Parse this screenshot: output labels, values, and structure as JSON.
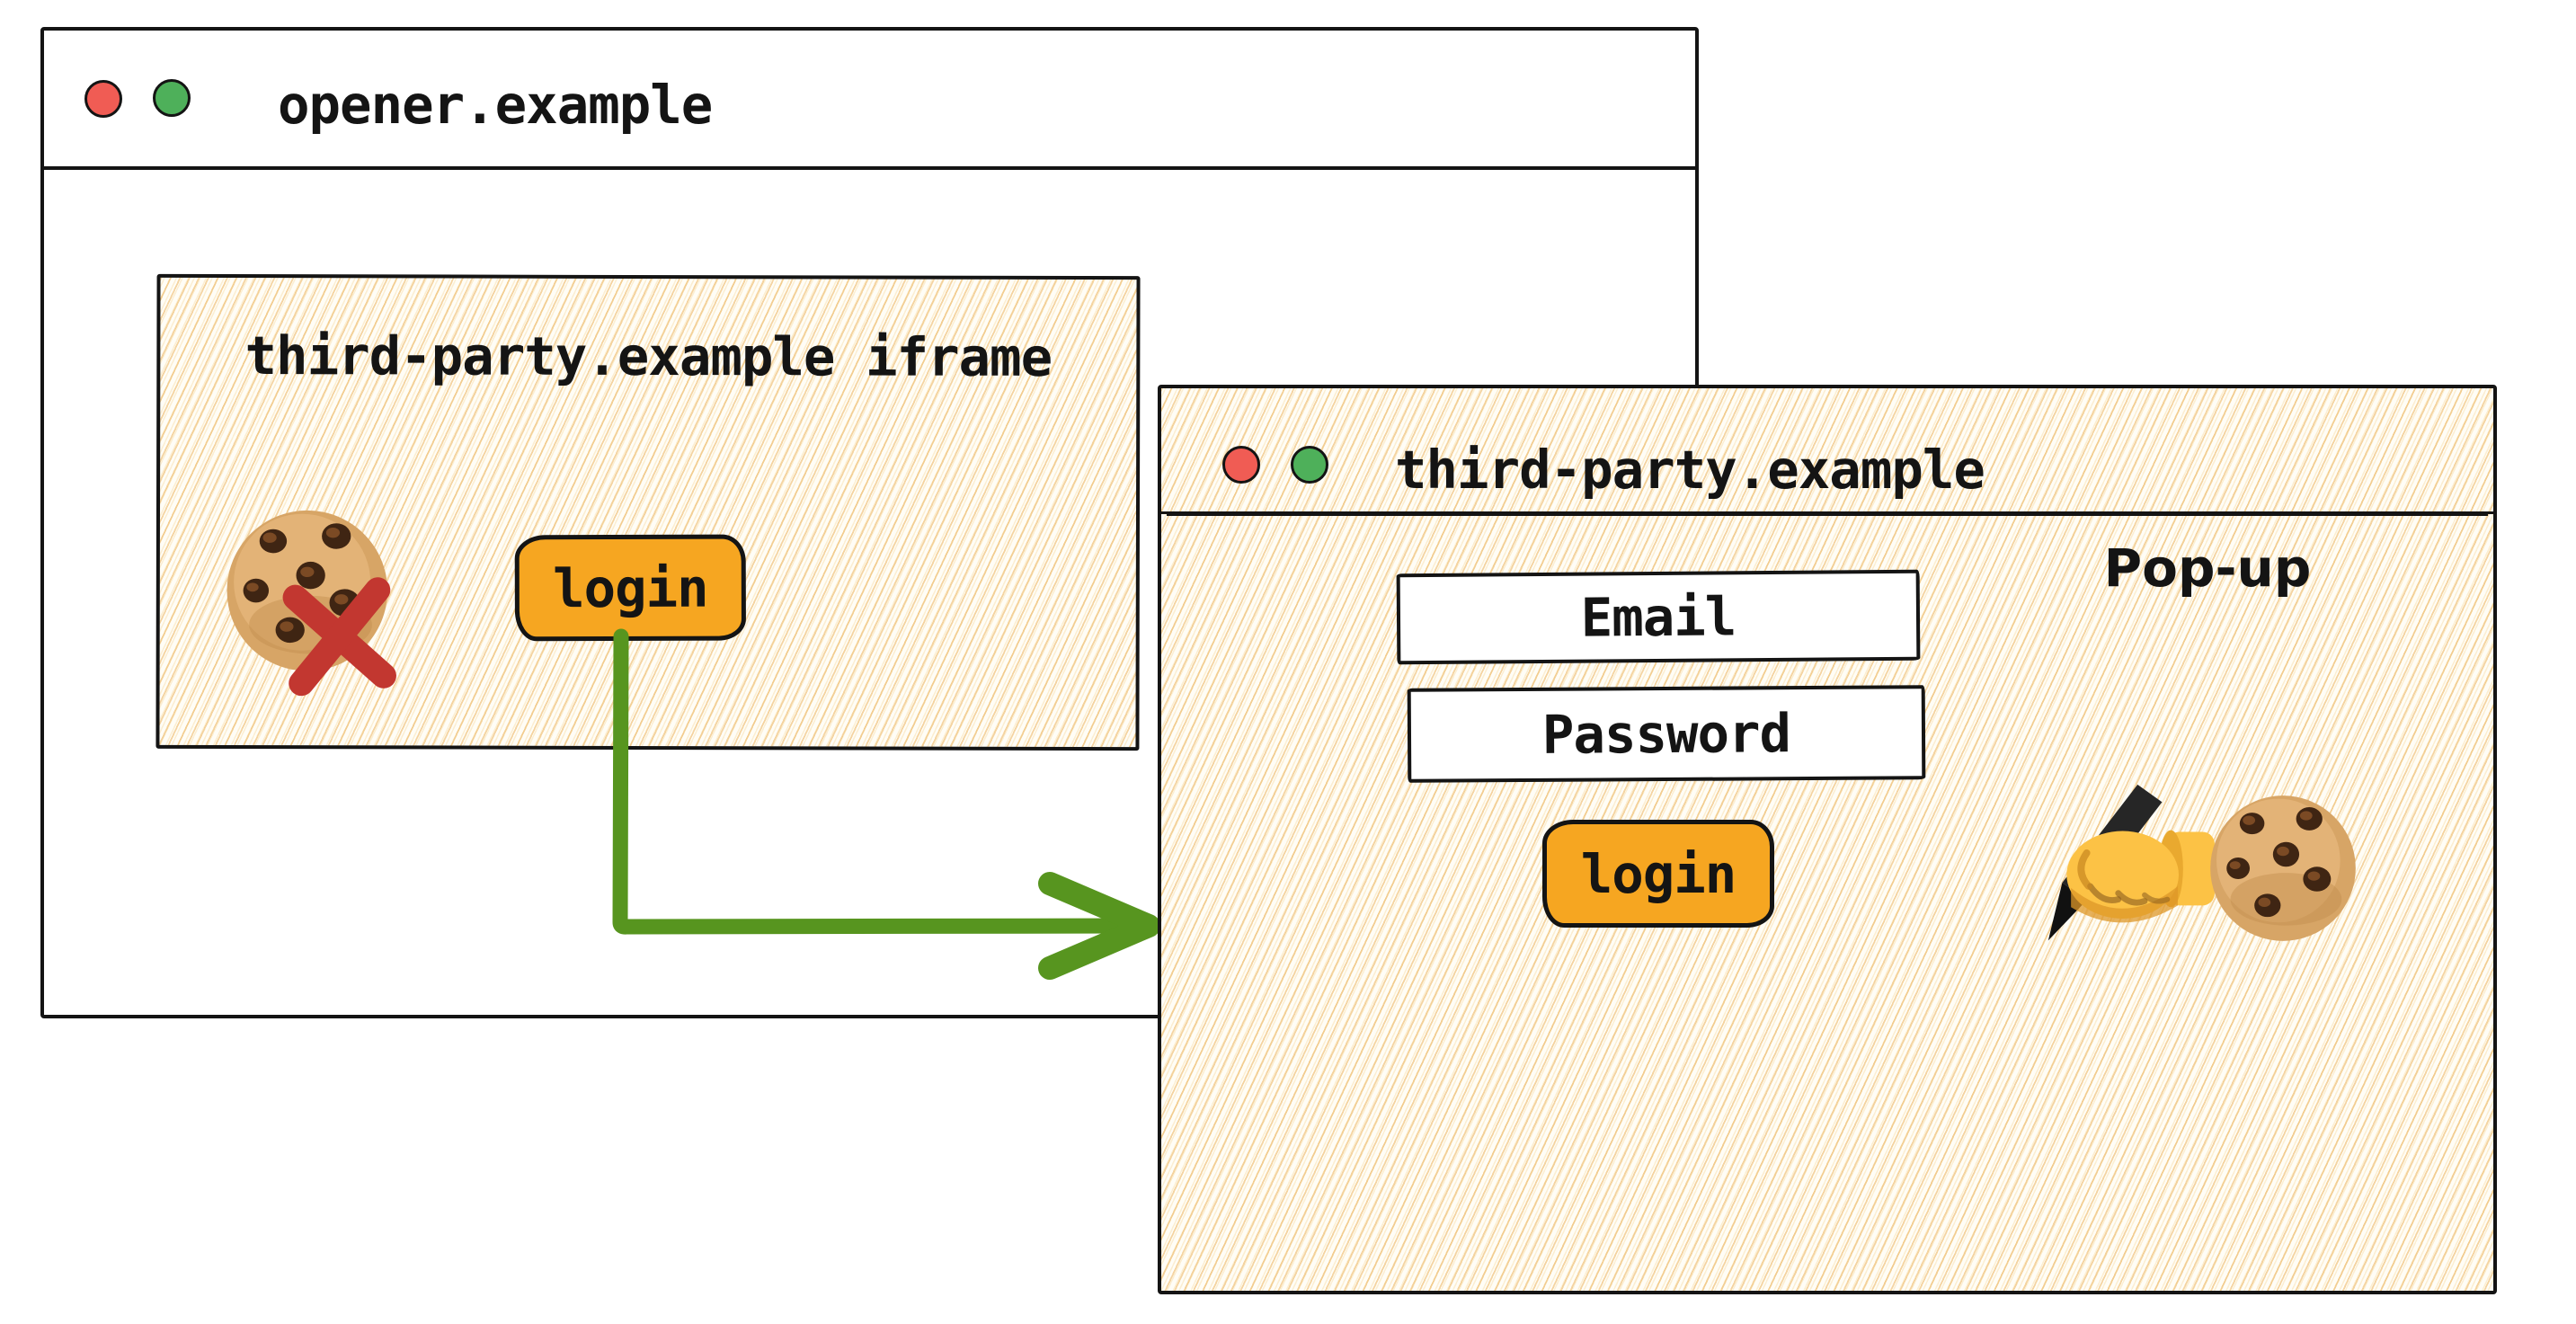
{
  "colors": {
    "window_border": "#141414",
    "close_dot_red": "#f05c54",
    "second_dot_green": "#4eb05a",
    "login_button_orange": "#f6a621",
    "arrow_green": "#57951f",
    "blocked_x_red": "#c23730",
    "hatch_line_orange": "#eeb95e",
    "hatch_paper": "#fffdf6"
  },
  "opener_window": {
    "title": "opener.example",
    "titlebar_icons": [
      "red-dot-icon",
      "green-dot-icon"
    ],
    "iframe": {
      "title": "third-party.example iframe",
      "login_button_label": "login",
      "icons": [
        "cookie-emoji",
        "red-x-blocked-mark"
      ]
    }
  },
  "arrow": {
    "icon": "elbow-arrow-right",
    "color": "#57951f"
  },
  "popup_window": {
    "title": "third-party.example",
    "titlebar_icons": [
      "red-dot-icon",
      "green-dot-icon"
    ],
    "corner_label": "Pop-up",
    "email_field_value": "Email",
    "password_field_value": "Password",
    "login_button_label": "login",
    "icons": [
      "writing-hand-emoji",
      "cookie-emoji"
    ]
  }
}
